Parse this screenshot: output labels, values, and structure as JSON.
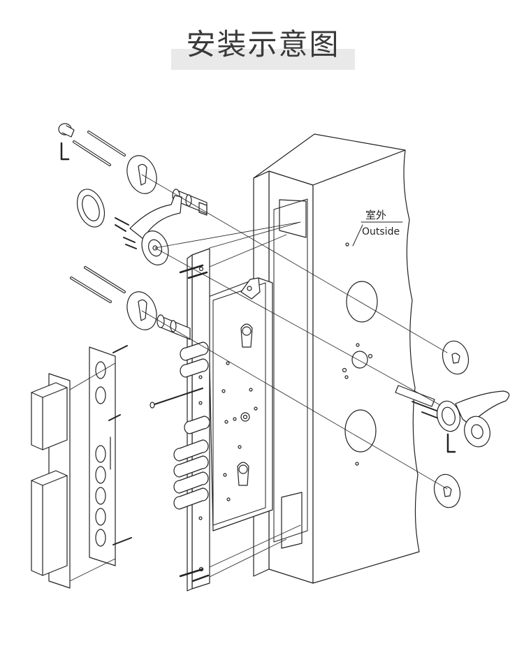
{
  "title": "安装示意图",
  "labels": {
    "outside_cn": "室外",
    "outside_en": "Outside"
  },
  "colors": {
    "line": "#222222",
    "title_band": "#e9e9e9",
    "title_text": "#3a3a3a"
  },
  "icons": [
    "allen-key-icon",
    "door-handle-icon",
    "lock-cylinder-icon",
    "escutcheon-rose-icon",
    "screw-icon"
  ]
}
